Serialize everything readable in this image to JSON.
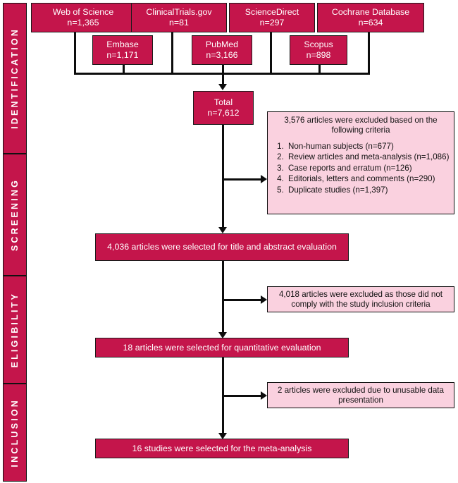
{
  "diagram": {
    "title": "PRISMA study selection flow diagram",
    "colors": {
      "primary": "#C4154B",
      "accent_pink": "#FAD1DF",
      "line": "#0d0d0d",
      "text_on_primary": "#ffffff"
    }
  },
  "phases": [
    {
      "label": "IDENTIFICATION"
    },
    {
      "label": "SCREENING"
    },
    {
      "label": "ELIGIBILITY"
    },
    {
      "label": "INCLUSION"
    }
  ],
  "sources_row1": [
    {
      "name": "Web of Science",
      "count": "n=1,365"
    },
    {
      "name": "ClinicalTrials.gov",
      "count": "n=81"
    },
    {
      "name": "ScienceDirect",
      "count": "n=297"
    },
    {
      "name": "Cochrane Database",
      "count": "n=634"
    }
  ],
  "sources_row2": [
    {
      "name": "Embase",
      "count": "n=1,171"
    },
    {
      "name": "PubMed",
      "count": "n=3,166"
    },
    {
      "name": "Scopus",
      "count": "n=898"
    }
  ],
  "total": {
    "label": "Total",
    "count": "n=7,612"
  },
  "exclusion_criteria": {
    "heading": "3,576 articles were excluded based on the following criteria",
    "items": [
      "Non-human subjects (n=677)",
      "Review articles and meta-analysis (n=1,086)",
      "Case reports and erratum (n=126)",
      "Editorials, letters and comments (n=290)",
      "Duplicate studies (n=1,397)"
    ]
  },
  "screening_result": {
    "text": "4,036 articles were selected for title and abstract evaluation"
  },
  "exclusion_screening": {
    "text": "4,018 articles were excluded as those did not comply with the study inclusion criteria"
  },
  "eligibility_result": {
    "text": "18 articles were selected for quantitative evaluation"
  },
  "exclusion_eligibility": {
    "text": "2 articles were excluded due to unusable data presentation"
  },
  "inclusion_result": {
    "text": "16 studies were selected for the meta-analysis"
  }
}
